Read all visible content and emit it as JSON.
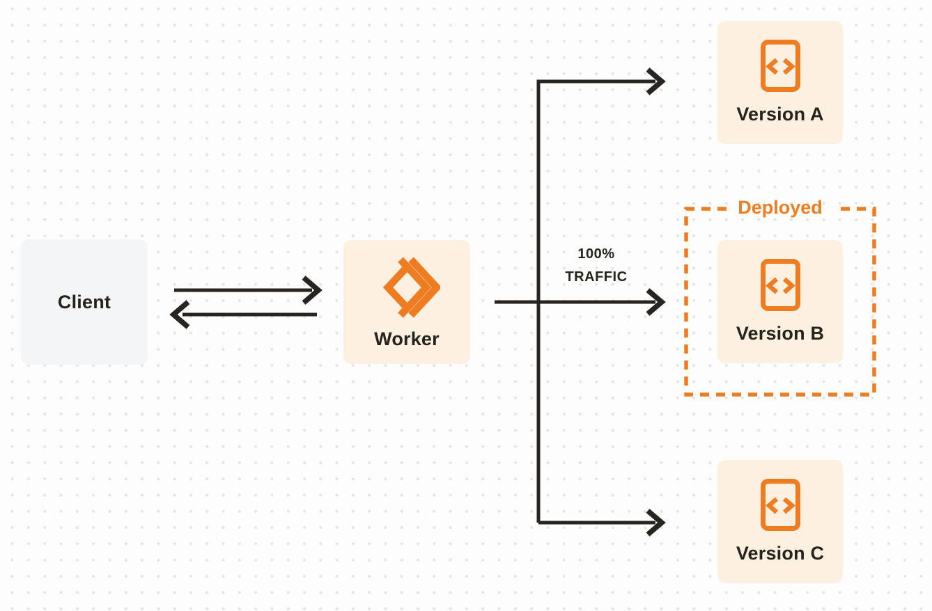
{
  "colors": {
    "page-bg": "#fdfdfd",
    "dot-gray": "#e5e5e7",
    "ink": "#282420",
    "ink-text": "#26231d",
    "accent-orange": "#ee7d22",
    "node-cream": "#fcf0e0",
    "client-gray": "#f4f5f6"
  },
  "nodes": {
    "client": {
      "label": "Client"
    },
    "worker": {
      "label": "Worker",
      "icon": "cloudflare-workers-icon"
    },
    "version_a": {
      "label": "Version A",
      "icon": "code-file-icon"
    },
    "version_b": {
      "label": "Version B",
      "icon": "code-file-icon"
    },
    "version_c": {
      "label": "Version C",
      "icon": "code-file-icon"
    }
  },
  "annotations": {
    "deployed_label": "Deployed",
    "traffic_line1": "100%",
    "traffic_line2": "TRAFFIC"
  }
}
